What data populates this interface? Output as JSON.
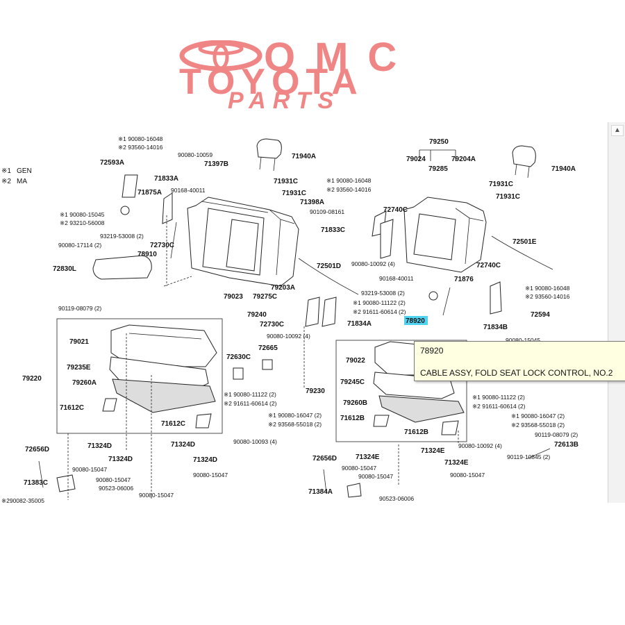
{
  "brand": {
    "name": "OMC",
    "make": "TOYOTA",
    "tagline": "PARTS",
    "accent_color": "#f08585",
    "emblem_icon": "toyota-emblem-icon"
  },
  "viewer": {
    "scroll_up_glyph": "▲",
    "legend": [
      {
        "key": "※1",
        "value": "GEN"
      },
      {
        "key": "※2",
        "value": "MA"
      }
    ]
  },
  "selected_part": "78920",
  "highlight_color": "#4fd3f0",
  "tooltip": {
    "part_number": "78920",
    "description": "CABLE ASSY, FOLD SEAT LOCK CONTROL, NO.2"
  },
  "labels": {
    "l_79250": "79250",
    "l_79024": "79024",
    "l_79204A": "79204A",
    "l_79285": "79285",
    "l_71940A_l": "71940A",
    "l_71940A_r": "71940A",
    "l_90080_16048_a": "※1 90080-16048",
    "l_93560_14016_a": "※2 93560-14016",
    "l_90080_10059": "90080-10059",
    "l_71397B": "71397B",
    "l_72593A": "72593A",
    "l_71833A": "71833A",
    "l_71875A": "71875A",
    "l_90168_40011_a": "90168-40011",
    "l_71931C_a": "71931C",
    "l_71931C_b": "71931C",
    "l_71931C_c": "71931C",
    "l_71931C_d": "71931C",
    "l_71398A": "71398A",
    "l_90109_08161": "90109-08161",
    "l_90080_16048_b": "※1 90080-16048",
    "l_93560_14016_b": "※2 93560-14016",
    "l_72740C_a": "72740C",
    "l_71833C": "71833C",
    "l_90080_15045_a": "※1 90080-15045",
    "l_93210_56008": "※2 93210-56008",
    "l_93219_53008_a": "93219-53008 (2)",
    "l_72730C_a": "72730C",
    "l_90080_17114": "90080-17114 (2)",
    "l_78910": "78910",
    "l_72830L": "72830L",
    "l_72501D": "72501D",
    "l_72501E": "72501E",
    "l_90080_10092_a": "90080-10092 (4)",
    "l_72740C_b": "72740C",
    "l_90168_40011_b": "90168-40011",
    "l_71876": "71876",
    "l_90080_16048_c": "※1 90080-16048",
    "l_93560_14016_c": "※2 93560-14016",
    "l_79203A": "79203A",
    "l_79023": "79023",
    "l_79275C": "79275C",
    "l_93219_53008_b": "93219-53008 (2)",
    "l_90080_11122_a": "※1 90080-11122 (2)",
    "l_91611_60614_a": "※2 91611-60614 (2)",
    "l_90119_08079_a": "90119-08079 (2)",
    "l_79240": "79240",
    "l_72730C_b": "72730C",
    "l_71834A": "71834A",
    "l_71834B": "71834B",
    "l_72594": "72594",
    "l_90080_15045_b": "90080-15045",
    "l_79021": "79021",
    "l_90080_10092_b": "90080-10092 (4)",
    "l_72665": "72665",
    "l_79235E": "79235E",
    "l_72630C": "72630C",
    "l_79220": "79220",
    "l_79260A": "79260A",
    "l_90080_11122_b": "※1 90080-11122 (2)",
    "l_91611_60614_b": "※2 91611-60614 (2)",
    "l_79230": "79230",
    "l_71612C_a": "71612C",
    "l_90080_16047_a": "※1 90080-16047 (2)",
    "l_93568_55018_a": "※2 93568-55018 (2)",
    "l_71612C_b": "71612C",
    "l_90080_10093": "90080-10093 (4)",
    "l_79022": "79022",
    "l_79245C": "79245C",
    "l_79260B": "79260B",
    "l_71612B_a": "71612B",
    "l_71612B_b": "71612B",
    "l_90080_11122_c": "※1 90080-11122 (2)",
    "l_91611_60614_c": "※2 91611-60614 (2)",
    "l_90080_16047_b": "※1 90080-16047 (2)",
    "l_93568_55018_b": "※2 93568-55018 (2)",
    "l_90119_08079_b": "90119-08079 (2)",
    "l_72613B": "72613B",
    "l_90080_10092_c": "90080-10092 (4)",
    "l_90119_10845": "90119-10845 (2)",
    "l_72656D_a": "72656D",
    "l_71324D_a": "71324D",
    "l_71324D_b": "71324D",
    "l_71324D_c": "71324D",
    "l_71324D_d": "71324D",
    "l_90080_15047_a": "90080-15047",
    "l_90080_15047_b": "90080-15047",
    "l_90080_15047_c": "90080-15047",
    "l_90080_15047_d": "90080-15047",
    "l_71383C": "71383C",
    "l_90523_06006_a": "90523-06006",
    "l_90080_35005": "※290082-35005",
    "l_72656D_b": "72656D",
    "l_71324E_a": "71324E",
    "l_71324E_b": "71324E",
    "l_71324E_c": "71324E",
    "l_90080_15047_e": "90080-15047",
    "l_90080_15047_f": "90080-15047",
    "l_90080_15047_g": "90080-15047",
    "l_71384A": "71384A",
    "l_90523_06006_b": "90523-06006"
  }
}
